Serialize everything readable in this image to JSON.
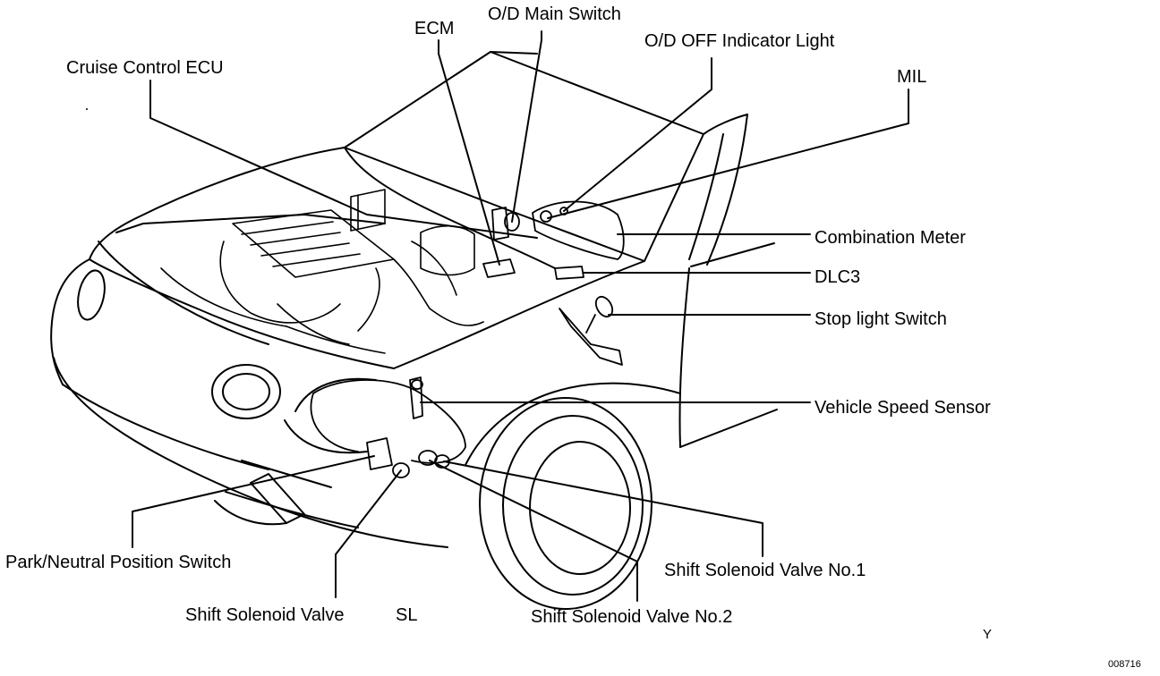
{
  "labels": {
    "ecm": "ECM",
    "od_main_switch": "O/D Main Switch",
    "od_off_indicator": "O/D OFF Indicator Light",
    "cruise_ecu": "Cruise Control ECU",
    "mil": "MIL",
    "combination_meter": "Combination Meter",
    "dlc3": "DLC3",
    "stop_light_switch": "Stop light Switch",
    "vehicle_speed_sensor": "Vehicle Speed Sensor",
    "park_neutral_switch": "Park/Neutral Position Switch",
    "shift_solenoid_no1": "Shift Solenoid Valve No.1",
    "shift_solenoid_sl": "Shift Solenoid Valve",
    "sl": "SL",
    "shift_solenoid_no2": "Shift Solenoid Valve No.2"
  },
  "corner_mark": "Y",
  "figure_code": "008716"
}
